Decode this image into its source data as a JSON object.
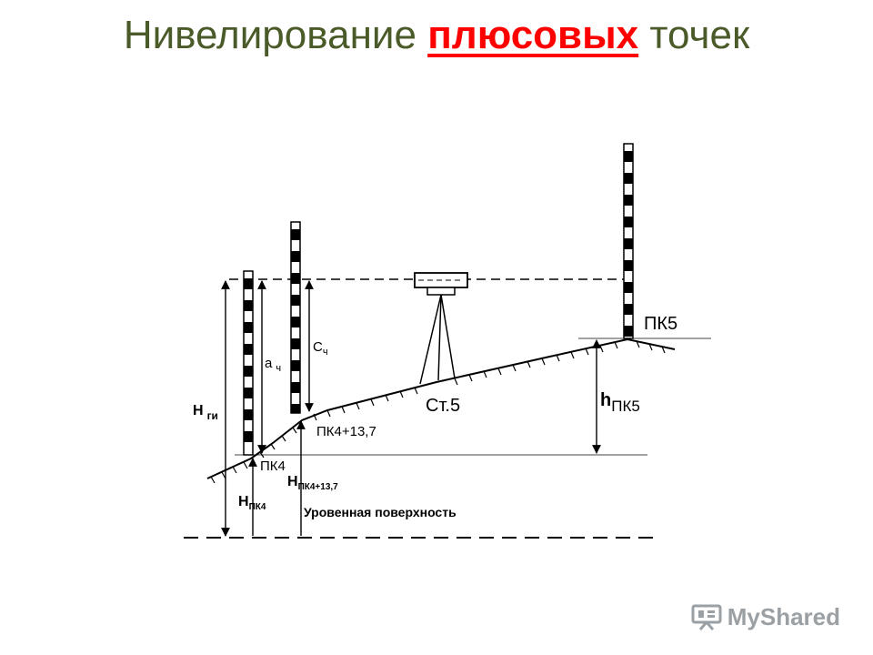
{
  "title": {
    "before": "Нивелирование ",
    "highlight": "плюсовых",
    "after": " точек",
    "color": "#4a5a28",
    "highlight_color": "#ff0000"
  },
  "diagram": {
    "labels": {
      "pk5": "ПК5",
      "h_pk5_main": "h",
      "h_pk5_sub": "ПК5",
      "station": "Ст.5",
      "pk4_plus": "ПК4+13,7",
      "pk4": "ПК4",
      "c_main": "С",
      "c_sub": "ч",
      "a_main": "а",
      "a_sub": "ч",
      "h_gi_main": "Н",
      "h_gi_sub": "ги",
      "h_pk4_main": "Н",
      "h_pk4_sub": "ПК4",
      "h_pk4plus_main": "Н",
      "h_pk4plus_sub": "ПК4+13,7",
      "level_surface": "Уровенная поверхность"
    }
  },
  "logo": {
    "text": "MyShared",
    "icon": "presentation-board-icon"
  }
}
